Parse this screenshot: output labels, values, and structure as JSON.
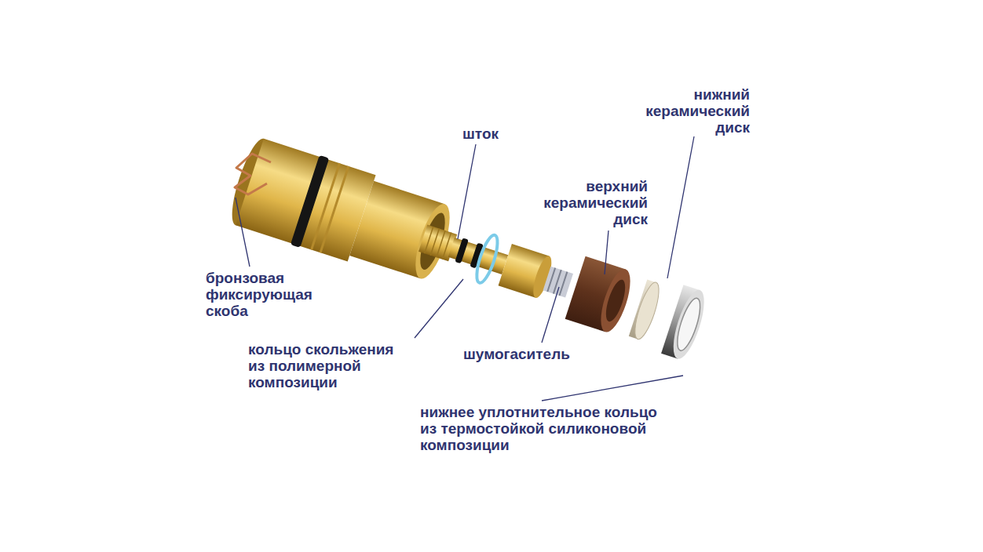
{
  "diagram": {
    "labels": [
      "нижний керамический диск",
      "шток",
      "верхний керамический диск",
      "бронзовая фиксирующая скоба",
      "кольцо скольжения из полимерной композиции",
      "шумогаситель",
      "нижнее уплотнительное кольцо из термостойкой силиконовой композиции"
    ]
  }
}
